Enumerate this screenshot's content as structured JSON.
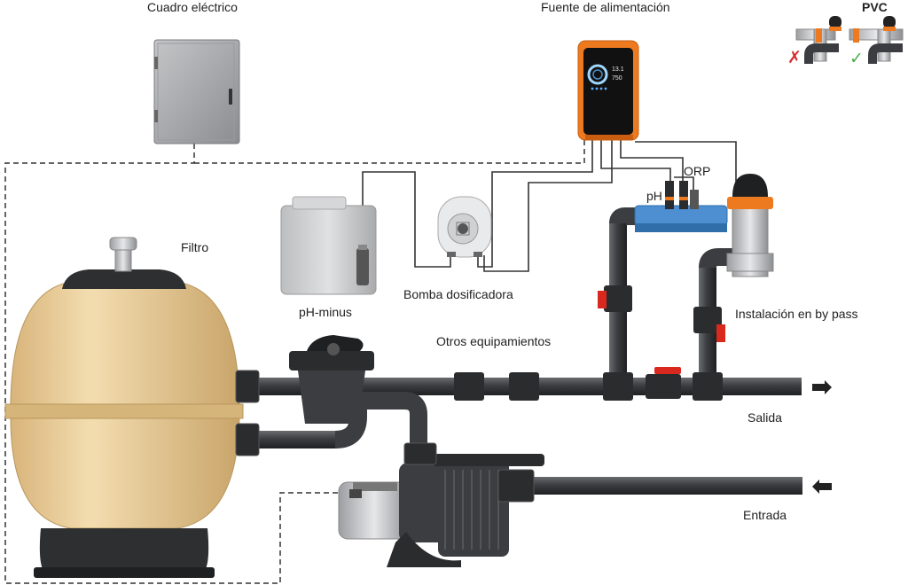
{
  "labels": {
    "cuadro_electrico": "Cuadro eléctrico",
    "fuente_alimentacion": "Fuente de alimentación",
    "pvc": "PVC",
    "filtro": "Filtro",
    "orp": "ORP",
    "ph": "pH",
    "ph_minus": "pH-minus",
    "bomba_dosificadora": "Bomba dosificadora",
    "instalacion_bypass": "Instalación en by pass",
    "otros_equipamientos": "Otros equipamientos",
    "salida": "Salida",
    "entrada": "Entrada"
  },
  "display": {
    "line1": "13.1",
    "line2": "750"
  },
  "pvc_marks": {
    "wrong": "✗",
    "right": "✓"
  },
  "colors": {
    "pipe": "#3b3d40",
    "pipe_highlight": "#6a6c70",
    "tank": "#e9cf9d",
    "tank_shade": "#c9a86b",
    "orange": "#ee7a1f",
    "red_valve": "#d9281e",
    "probe_blue": "#4d8fd1",
    "cabinet": "#a8a9ab",
    "canister": "#c9cacc",
    "wire": "#333333",
    "check_green": "#4caf50",
    "cross_red": "#d32f2f"
  }
}
